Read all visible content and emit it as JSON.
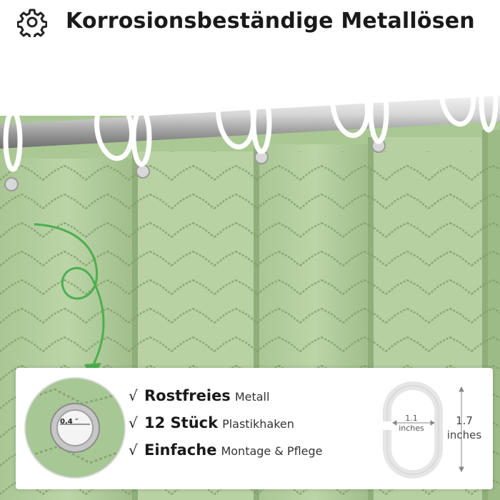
{
  "header": {
    "title": "Korrosionsbeständige Metallösen",
    "icon": "gear-icon"
  },
  "features": [
    {
      "bold": "Rostfreies",
      "normal": "Metall"
    },
    {
      "bold": "12 Stück",
      "normal": "Plastikhaken"
    },
    {
      "bold": "Einfache",
      "normal": "Montage & Pflege"
    }
  ],
  "check_mark": "√",
  "eyelet": {
    "diameter_label": "0.4 ″"
  },
  "ring": {
    "width_value": "1.1",
    "width_unit": "inches",
    "height_value": "1.7",
    "height_unit": "inches"
  },
  "colors": {
    "curtain": "#b5cf9f",
    "curtain_shadow": "#8fae7a",
    "rod": "#c9c9c9",
    "arrow": "#4caf50"
  }
}
